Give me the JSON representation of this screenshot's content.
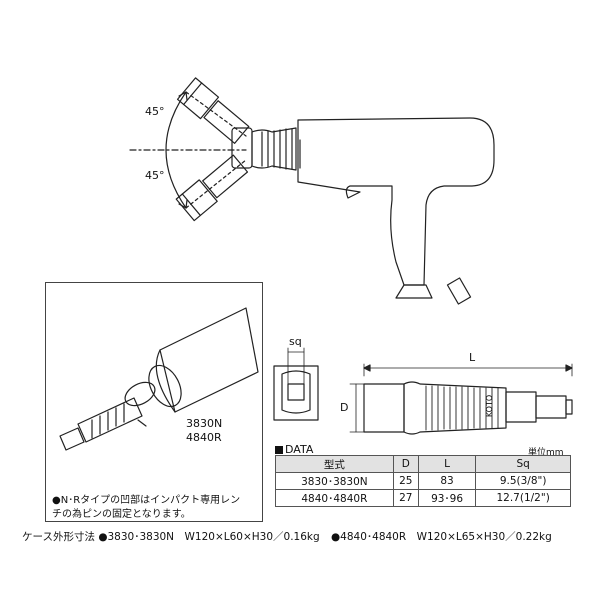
{
  "angles": {
    "top": "45°",
    "bottom": "45°"
  },
  "tool_brand": "KOTO",
  "models": [
    "3830N",
    "4840R"
  ],
  "dims": {
    "sq": "sq",
    "d": "D",
    "l": "L"
  },
  "note_lines": [
    "●N･Rタイプの凹部はインパクト専用レン",
    "チの為ピンの固定となります。"
  ],
  "data": {
    "title": "DATA",
    "unit": "単位mm",
    "columns": [
      "型式",
      "D",
      "L",
      "Sq"
    ],
    "rows": [
      [
        "3830･3830N",
        "25",
        "83",
        "9.5(3/8\")"
      ],
      [
        "4840･4840R",
        "27",
        "93･96",
        "12.7(1/2\")"
      ]
    ]
  },
  "case": {
    "label": "ケース外形寸法",
    "item1": "●3830･3830N　W120×L60×H30／0.16kg",
    "item2": "●4840･4840R　W120×L65×H30／0.22kg"
  },
  "colors": {
    "line": "#222222",
    "header_fill": "#e2e2e2",
    "bullet": "#7a7a7a"
  }
}
